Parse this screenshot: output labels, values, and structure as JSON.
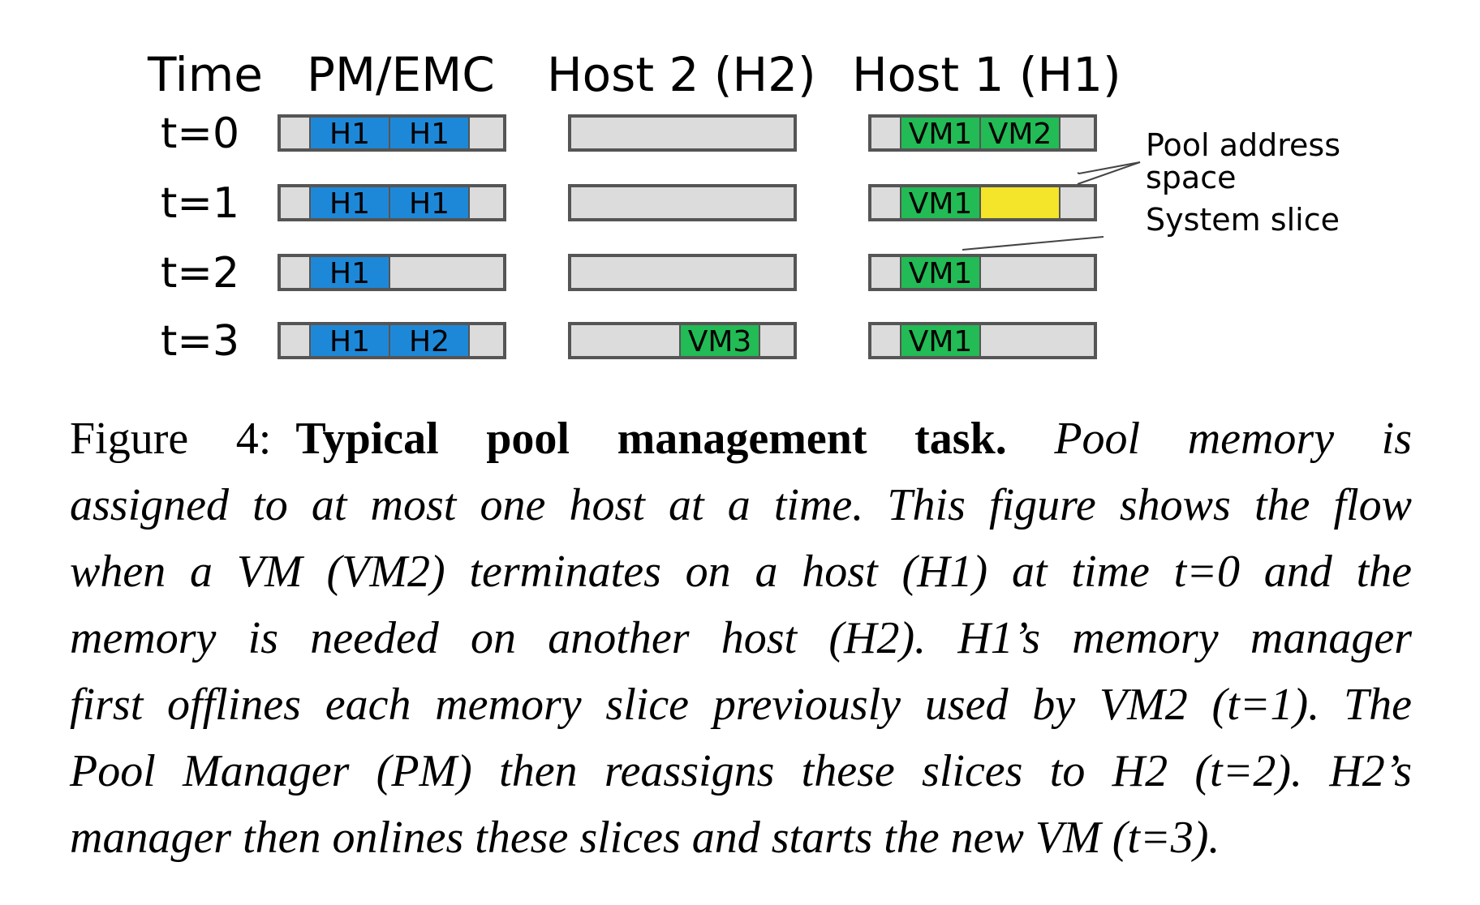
{
  "headers": {
    "time": "Time",
    "pm": "PM/EMC",
    "host2": "Host 2 (H2)",
    "host1": "Host 1 (H1)"
  },
  "rows": [
    {
      "label": "t=0",
      "pm": [
        "",
        "H1",
        "H1",
        ""
      ],
      "host2": [
        "",
        "",
        "",
        ""
      ],
      "host1": [
        "",
        "VM1",
        "VM2",
        ""
      ]
    },
    {
      "label": "t=1",
      "pm": [
        "",
        "H1",
        "H1",
        ""
      ],
      "host2": [
        "",
        "",
        "",
        ""
      ],
      "host1": [
        "",
        "VM1",
        "",
        ""
      ]
    },
    {
      "label": "t=2",
      "pm": [
        "",
        "H1",
        "",
        ""
      ],
      "host2": [
        "",
        "",
        "",
        ""
      ],
      "host1": [
        "",
        "VM1",
        "",
        ""
      ]
    },
    {
      "label": "t=3",
      "pm": [
        "",
        "H1",
        "H2",
        ""
      ],
      "host2": [
        "",
        "",
        "VM3",
        ""
      ],
      "host1": [
        "",
        "VM1",
        "",
        ""
      ]
    }
  ],
  "cell_kinds": {
    "pm": [
      [
        "empty",
        "assigned",
        "assigned",
        "empty"
      ],
      [
        "empty",
        "assigned",
        "assigned",
        "empty"
      ],
      [
        "empty",
        "assigned",
        "empty",
        "empty"
      ],
      [
        "empty",
        "assigned",
        "assigned",
        "empty"
      ]
    ],
    "host2": [
      [
        "empty",
        "empty",
        "empty",
        "empty"
      ],
      [
        "empty",
        "empty",
        "empty",
        "empty"
      ],
      [
        "empty",
        "empty",
        "empty",
        "empty"
      ],
      [
        "empty",
        "empty",
        "vm",
        "empty"
      ]
    ],
    "host1": [
      [
        "empty",
        "vm",
        "vm",
        "empty"
      ],
      [
        "empty",
        "vm",
        "offline",
        "empty"
      ],
      [
        "empty",
        "vm",
        "empty",
        "empty"
      ],
      [
        "empty",
        "vm",
        "empty",
        "empty"
      ]
    ]
  },
  "annotations": {
    "pool_address_space": [
      "Pool address",
      "space"
    ],
    "system_slice": "System slice"
  },
  "colors": {
    "assigned": "#1e88d8",
    "vm": "#22bb55",
    "offline": "#f4e42a",
    "empty": "#dcdcdc",
    "border": "#555555"
  },
  "caption": {
    "label": "Figure 4:",
    "title": "Typical pool management task.",
    "lines": [
      "Pool memory is",
      "assigned to at most one host at a time. This figure shows the flow",
      "when a VM (VM2) terminates on a host (H1) at time t=0 and the",
      "memory is needed on another host (H2).  H1’s memory manager",
      "first offlines each memory slice previously used by VM2 (t=1). The",
      "Pool Manager (PM) then reassigns these slices to H2 (t=2).  H2’s",
      "manager then onlines these slices and starts the new VM (t=3)."
    ]
  }
}
